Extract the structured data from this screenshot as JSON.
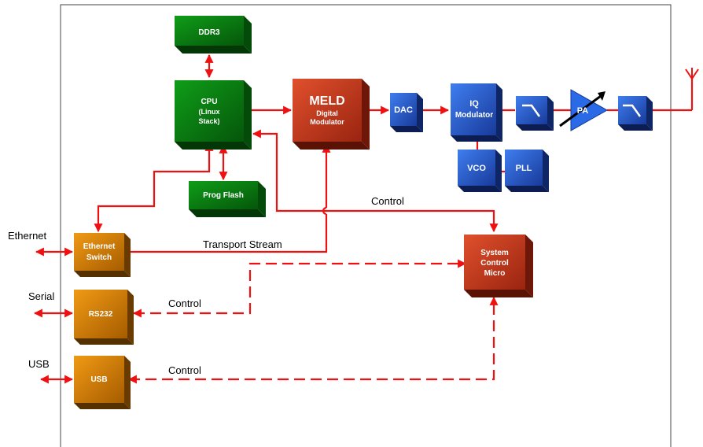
{
  "blocks": {
    "ddr3": "DDR3",
    "cpu": [
      "CPU",
      "(Linux",
      "Stack)"
    ],
    "prog_flash": "Prog Flash",
    "meld_title": "MELD",
    "meld_sub": [
      "Digital",
      "Modulator"
    ],
    "dac": "DAC",
    "iq_mod": [
      "IQ",
      "Modulator"
    ],
    "pa": "PA",
    "vco": "VCO",
    "pll": "PLL",
    "eth_switch": [
      "Ethernet",
      "Switch"
    ],
    "rs232": "RS232",
    "usb": "USB",
    "sys_ctrl": [
      "System",
      "Control",
      "Micro"
    ]
  },
  "external_labels": {
    "ethernet": "Ethernet",
    "serial": "Serial",
    "usb": "USB"
  },
  "line_labels": {
    "control_top": "Control",
    "transport_stream": "Transport Stream",
    "control_rs232": "Control",
    "control_usb": "Control"
  },
  "colors": {
    "green_front": "#0a8a10",
    "blue_front": "#2b5fd0",
    "red_front": "#cc3a1e",
    "orange_front": "#d98300",
    "line": "#ee1111"
  }
}
